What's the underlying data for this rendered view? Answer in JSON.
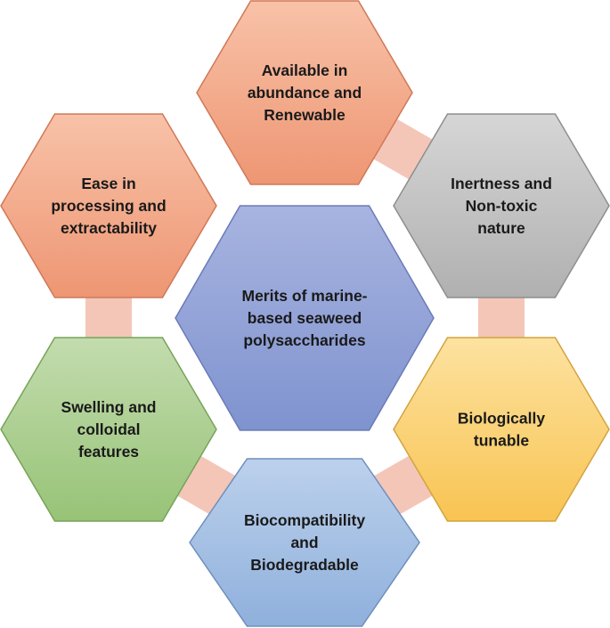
{
  "center": {
    "lines": [
      "Merits of marine-",
      "based seaweed",
      "polysaccharides"
    ],
    "fill_top": "#a8b4e0",
    "fill_bottom": "#7f93cf",
    "stroke": "#6a7bb8"
  },
  "connector_color": "#f4c6b8",
  "merits": [
    {
      "id": "abundance",
      "lines": [
        "Available in",
        "abundance and",
        "Renewable"
      ],
      "fill_top": "#f8c2a8",
      "fill_bottom": "#ee9673",
      "stroke": "#d07858"
    },
    {
      "id": "inertness",
      "lines": [
        "Inertness and",
        "Non-toxic",
        "nature"
      ],
      "fill_top": "#d6d6d6",
      "fill_bottom": "#b0b0b0",
      "stroke": "#8e8e8e"
    },
    {
      "id": "biological",
      "lines": [
        "Biologically",
        "tunable"
      ],
      "fill_top": "#fde2a0",
      "fill_bottom": "#f8c452",
      "stroke": "#d2a340"
    },
    {
      "id": "biocompatibility",
      "lines": [
        "Biocompatibility",
        "and",
        "Biodegradable"
      ],
      "fill_top": "#bcd1ec",
      "fill_bottom": "#8fb0dc",
      "stroke": "#6e8fbc"
    },
    {
      "id": "swelling",
      "lines": [
        "Swelling and",
        "colloidal",
        "features"
      ],
      "fill_top": "#c3dcae",
      "fill_bottom": "#97c377",
      "stroke": "#77a35a"
    },
    {
      "id": "ease",
      "lines": [
        "Ease in",
        "processing and",
        "extractability"
      ],
      "fill_top": "#f8c2a8",
      "fill_bottom": "#ee9673",
      "stroke": "#d07858"
    }
  ]
}
